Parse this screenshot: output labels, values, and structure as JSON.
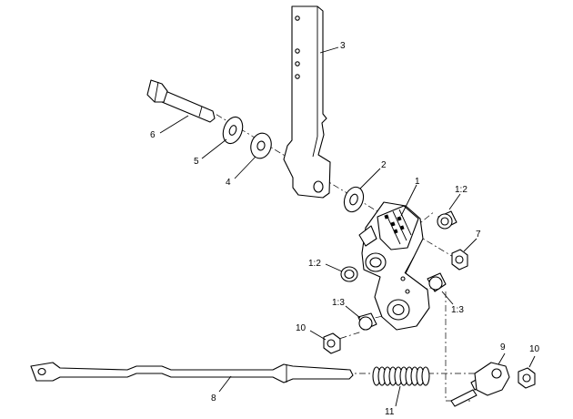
{
  "callouts": {
    "c1": "1",
    "c2": "2",
    "c3": "3",
    "c4": "4",
    "c5": "5",
    "c6": "6",
    "c7": "7",
    "c8": "8",
    "c9": "9",
    "c10a": "10",
    "c10b": "10",
    "c11": "11",
    "c12a": "1:2",
    "c12b": "1:2",
    "c13a": "1:3",
    "c13b": "1:3"
  }
}
